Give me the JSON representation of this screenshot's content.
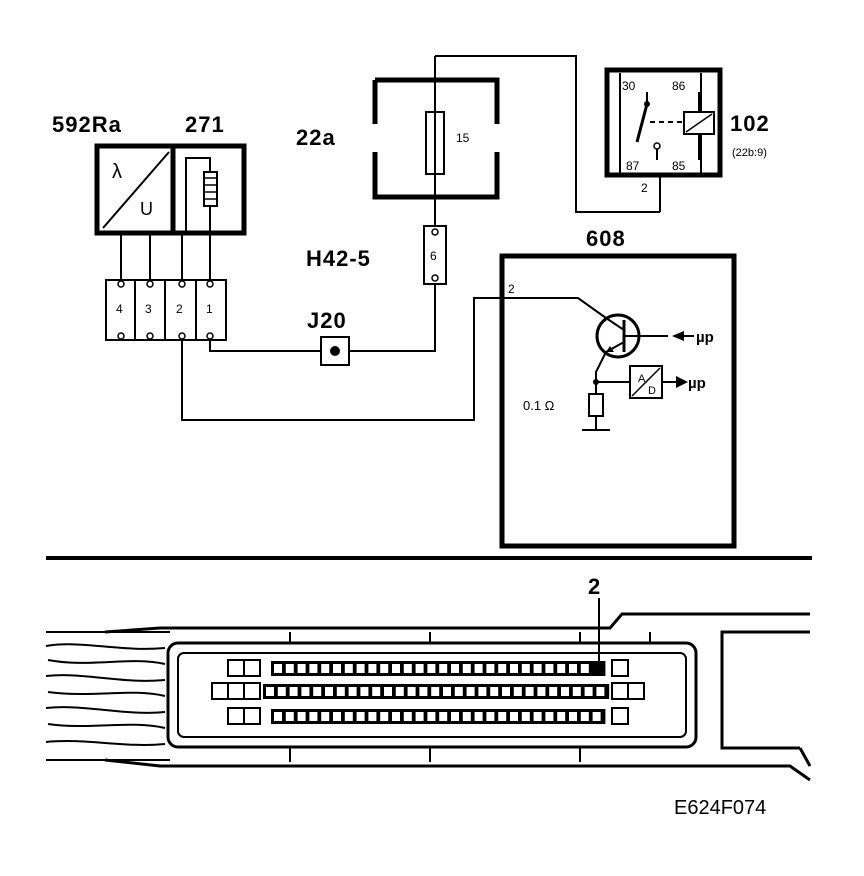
{
  "components": {
    "sensor": {
      "ref": "592Ra",
      "pin_ref": "271",
      "lambda_symbol": "λ",
      "u_symbol": "U"
    },
    "connector_pins": [
      "4",
      "3",
      "2",
      "1"
    ],
    "fuse_box": {
      "ref": "22a",
      "fuse_number": "15"
    },
    "inline_connector": {
      "ref": "H42-5",
      "pin": "6"
    },
    "splice": {
      "ref": "J20"
    },
    "relay": {
      "ref": "102",
      "location": "(22b:9)",
      "pin_30": "30",
      "pin_86": "86",
      "pin_87": "87",
      "pin_85": "85",
      "pin_2": "2"
    },
    "ecu": {
      "ref": "608",
      "input_pin": "2",
      "resistor_value": "0.1 Ω",
      "mu_p_top": "µp",
      "mu_p_bottom": "µp",
      "adc_a": "A",
      "adc_d": "D"
    }
  },
  "connector_view": {
    "pin_callout": "2"
  },
  "figure_id": "E624F074"
}
